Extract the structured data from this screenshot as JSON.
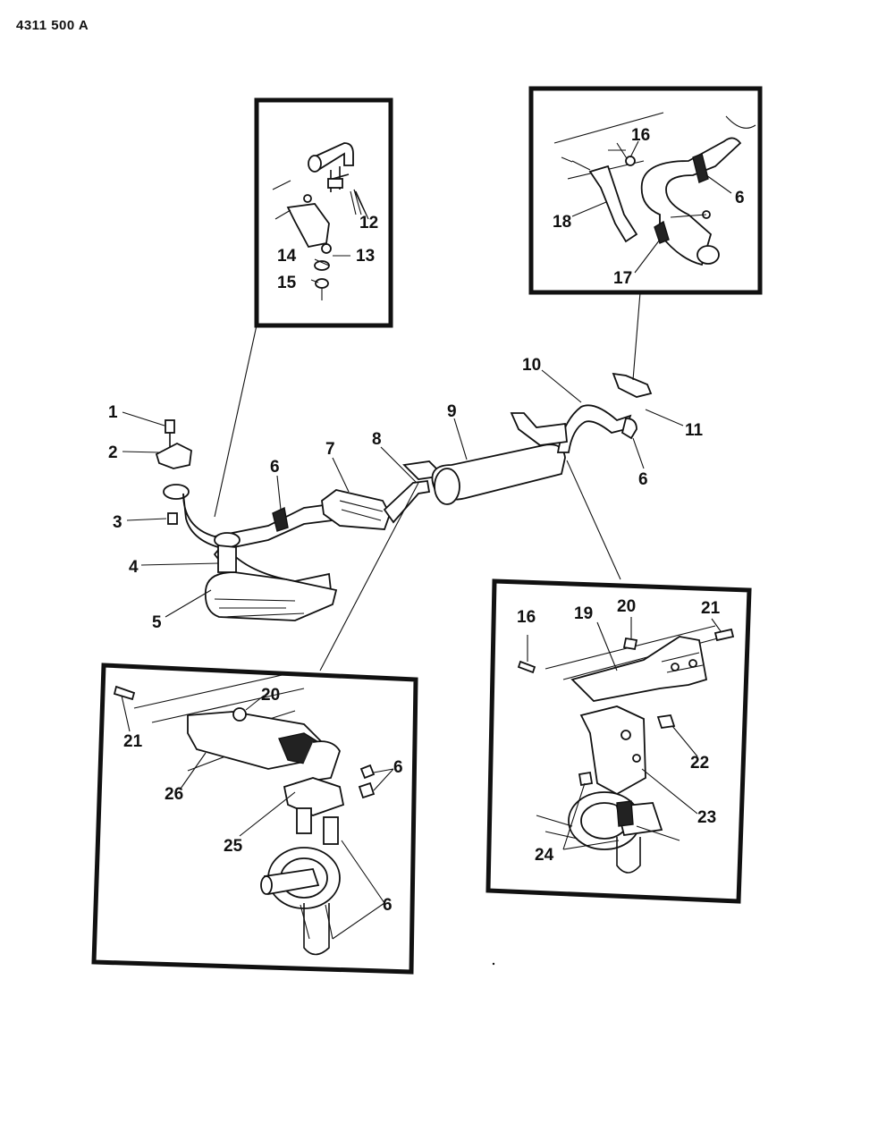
{
  "page_code": "4311  500 A",
  "callouts": {
    "c1": "1",
    "c2": "2",
    "c3": "3",
    "c4": "4",
    "c5": "5",
    "c6a": "6",
    "c6b": "6",
    "c6c": "6",
    "c6d": "6",
    "c6e": "6",
    "c7": "7",
    "c8": "8",
    "c9": "9",
    "c10": "10",
    "c11": "11",
    "c12": "12",
    "c13": "13",
    "c14": "14",
    "c15": "15",
    "c16a": "16",
    "c16b": "16",
    "c17": "17",
    "c18": "18",
    "c19": "19",
    "c20a": "20",
    "c20b": "20",
    "c21a": "21",
    "c21b": "21",
    "c22": "22",
    "c23": "23",
    "c24": "24",
    "c25": "25",
    "c26": "26"
  }
}
